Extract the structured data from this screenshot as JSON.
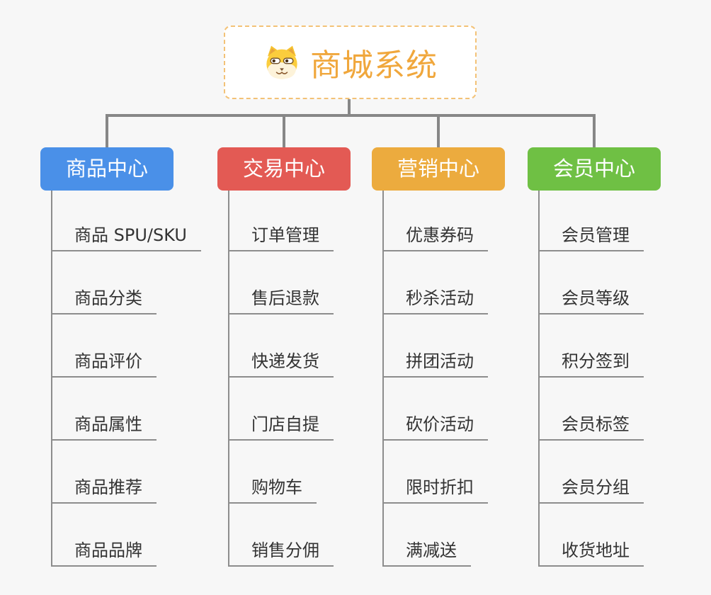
{
  "root": {
    "title": "商城系统",
    "icon": "shiba-doge-icon",
    "text_color": "#f0a73c",
    "border_color": "#f3c277",
    "background": "#ffffff"
  },
  "canvas_background": "#f7f7f7",
  "connector_color": "#878787",
  "leaf_line_color": "#8d8d8d",
  "leaf_text_color": "#333333",
  "branches": [
    {
      "name": "product-center",
      "label": "商品中心",
      "color": "#4a90e8",
      "items": [
        "商品 SPU/SKU",
        "商品分类",
        "商品评价",
        "商品属性",
        "商品推荐",
        "商品品牌"
      ]
    },
    {
      "name": "trade-center",
      "label": "交易中心",
      "color": "#e35a54",
      "items": [
        "订单管理",
        "售后退款",
        "快递发货",
        "门店自提",
        "购物车",
        "销售分佣"
      ]
    },
    {
      "name": "marketing-center",
      "label": "营销中心",
      "color": "#ecab3e",
      "items": [
        "优惠券码",
        "秒杀活动",
        "拼团活动",
        "砍价活动",
        "限时折扣",
        "满减送"
      ]
    },
    {
      "name": "member-center",
      "label": "会员中心",
      "color": "#6fc044",
      "items": [
        "会员管理",
        "会员等级",
        "积分签到",
        "会员标签",
        "会员分组",
        "收货地址"
      ]
    }
  ]
}
